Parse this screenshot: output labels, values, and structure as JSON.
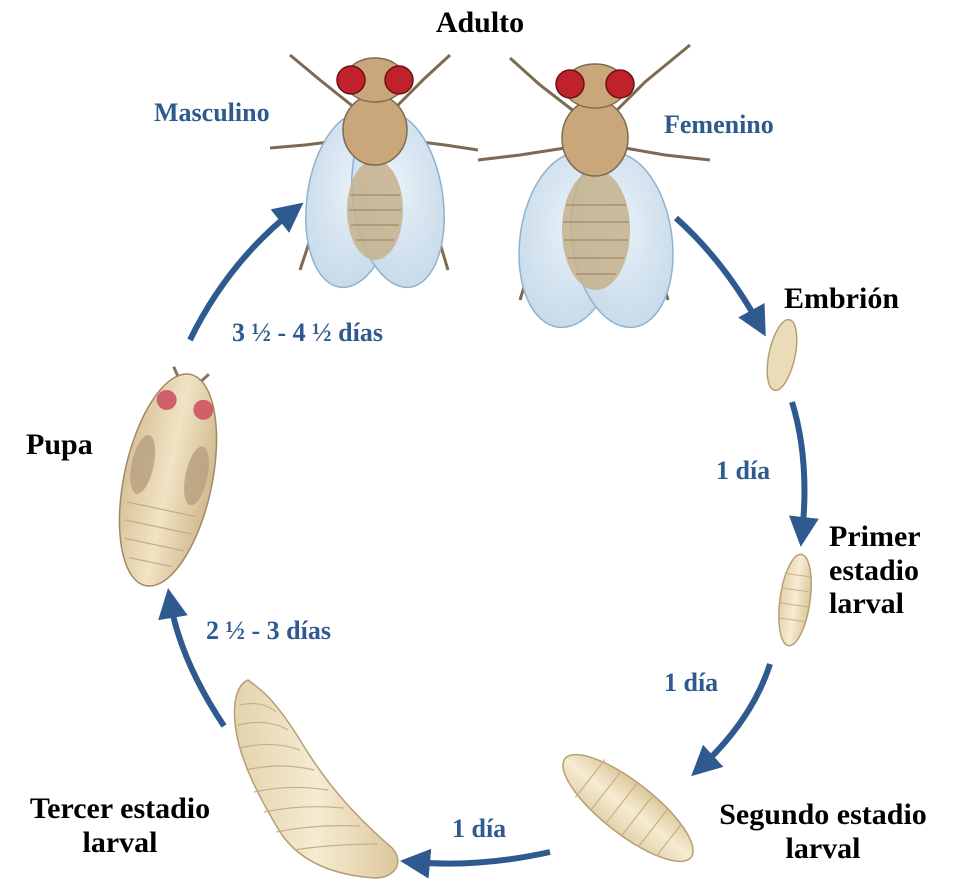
{
  "labels": {
    "adult": "Adulto",
    "male": "Masculino",
    "female": "Femenino",
    "embryo": "Embrión",
    "first_larval": [
      "Primer",
      "estadio",
      "larval"
    ],
    "second_larval": [
      "Segundo estadio",
      "larval"
    ],
    "third_larval": [
      "Tercer estadio",
      "larval"
    ],
    "pupa": "Pupa"
  },
  "durations": {
    "embryo_to_first": "1 día",
    "first_to_second": "1 día",
    "second_to_third": "1 día",
    "third_to_pupa": "2 ½ - 3 días",
    "pupa_to_adult": "3 ½ - 4 ½ días"
  },
  "colors": {
    "arrow": "#2e5a8f",
    "label_blue": "#2e5a8f",
    "label_black": "#000000",
    "fly_body": "#c9a77a",
    "fly_eye": "#c0222b",
    "wing": "#d6e6f2",
    "larva": "#efe2c4"
  }
}
